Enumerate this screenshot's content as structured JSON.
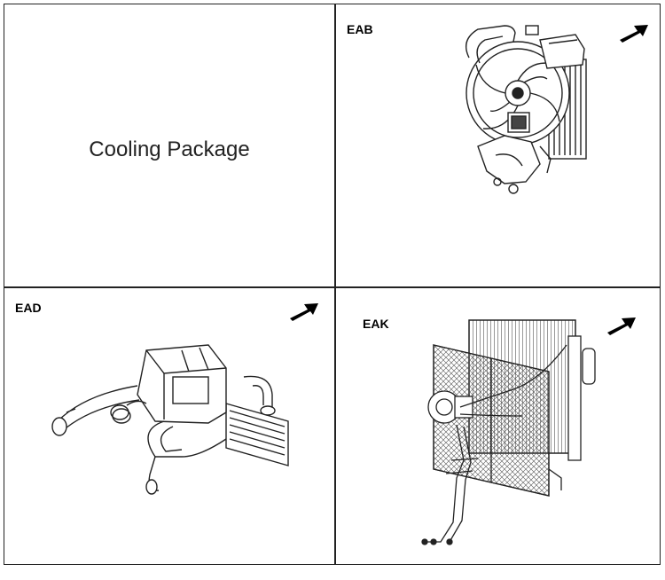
{
  "title": "Cooling Package",
  "panels": [
    {
      "code": "EAB",
      "icon": "direction-arrow-icon",
      "illustration": "radiator-fan-assembly-illustration"
    },
    {
      "code": "EAD",
      "icon": "direction-arrow-icon",
      "illustration": "intercooler-hoses-illustration"
    },
    {
      "code": "EAK",
      "icon": "direction-arrow-icon",
      "illustration": "condenser-ac-lines-illustration"
    }
  ]
}
